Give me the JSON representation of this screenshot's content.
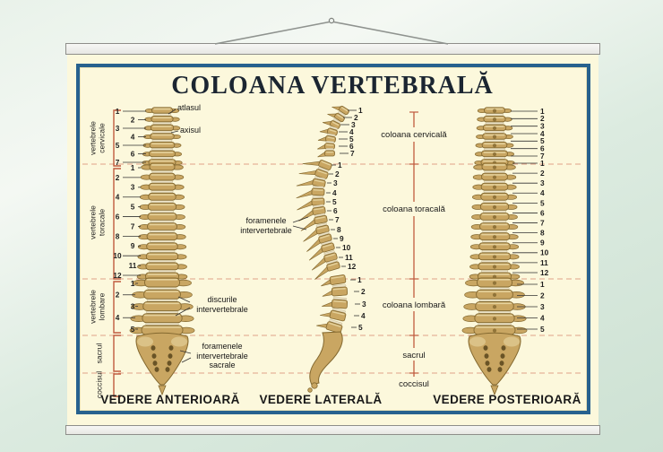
{
  "title": "COLOANA VERTEBRALĂ",
  "captions": {
    "anterior": "VEDERE ANTERIOARĂ",
    "lateral": "VEDERE LATERALĂ",
    "posterior": "VEDERE POSTERIOARĂ"
  },
  "anterior": {
    "regions": [
      {
        "label_lines": [
          "vertebrele",
          "cervicale"
        ],
        "numbers": [
          "1",
          "2",
          "3",
          "4",
          "5",
          "6",
          "7"
        ]
      },
      {
        "label_lines": [
          "vertebrele",
          "toracale"
        ],
        "numbers": [
          "1",
          "2",
          "3",
          "4",
          "5",
          "6",
          "7",
          "8",
          "9",
          "10",
          "11",
          "12"
        ]
      },
      {
        "label_lines": [
          "vertebrele",
          "lombare"
        ],
        "numbers": [
          "1",
          "2",
          "3",
          "4",
          "5"
        ]
      },
      {
        "label_lines": [
          "sacrul"
        ],
        "numbers": []
      },
      {
        "label_lines": [
          "coccisul"
        ],
        "numbers": []
      }
    ],
    "annotations": {
      "atlas": "atlasul",
      "axis": "axisul",
      "discs_lines": [
        "discurile",
        "intervertebrale"
      ],
      "sacral_foramina_lines": [
        "foramenele",
        "intervertebrale",
        "sacrale"
      ]
    }
  },
  "lateral": {
    "numbers": {
      "cervical": [
        "1",
        "2",
        "3",
        "4",
        "5",
        "6",
        "7"
      ],
      "thoracic": [
        "1",
        "2",
        "3",
        "4",
        "5",
        "6",
        "7",
        "8",
        "9",
        "10",
        "11",
        "12"
      ],
      "lumbar": [
        "1",
        "2",
        "3",
        "4",
        "5"
      ]
    },
    "annotation_lines": [
      "foramenele",
      "intervertebrale"
    ]
  },
  "posterior": {
    "numbers": {
      "cervical": [
        "1",
        "2",
        "3",
        "4",
        "5",
        "6",
        "7"
      ],
      "thoracic": [
        "1",
        "2",
        "3",
        "4",
        "5",
        "6",
        "7",
        "8",
        "9",
        "10",
        "11",
        "12"
      ],
      "lumbar": [
        "1",
        "2",
        "3",
        "4",
        "5"
      ]
    }
  },
  "center_column": {
    "labels": [
      "coloana cervicală",
      "coloana toracală",
      "coloana lombară",
      "sacrul",
      "coccisul"
    ]
  },
  "colors": {
    "poster_bg": "#fcf8dc",
    "frame_blue": "#27618e",
    "marker_red": "#c05a3e",
    "divider_pink": "#e0a287",
    "bone": "#c9a662",
    "bone_dark": "#83682f",
    "bone_light": "#e9d8a6",
    "disc": "#ece3c8",
    "title_ink": "#1b2531"
  }
}
